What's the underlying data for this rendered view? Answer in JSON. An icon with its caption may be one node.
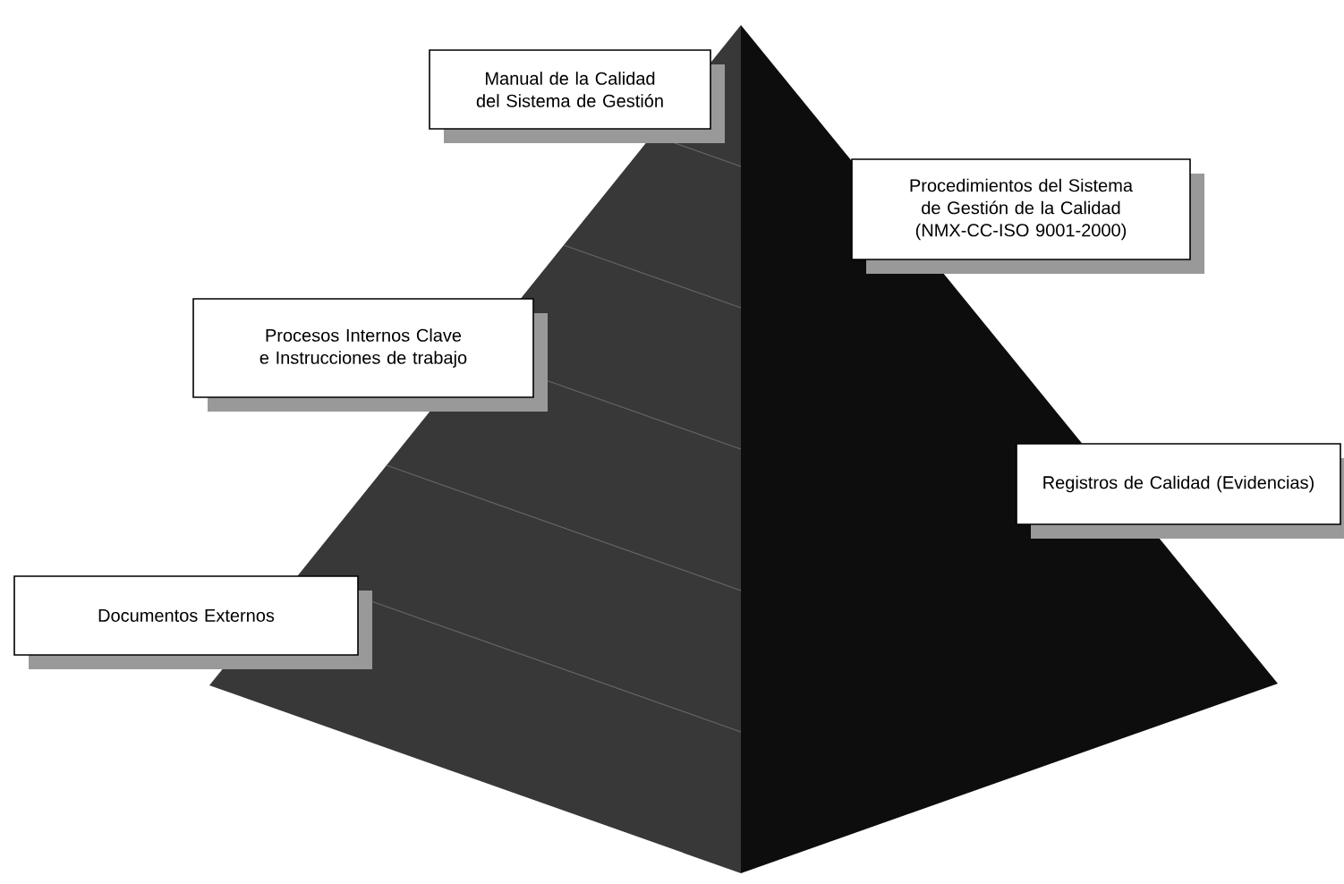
{
  "diagram": {
    "nodes": [
      {
        "text": [
          "Manual de la Calidad del Sistema de Gestión"
        ]
      },
      {
        "text": [
          "Procedimientos del Sistema de Gestión de la Calidad (NMX-CC-ISO 9001-2000)"
        ]
      },
      {
        "text": [
          "Procesos Internos Clave e Instrucciones de trabajo"
        ]
      },
      {
        "text": [
          "Registros de Calidad (Evidencias)"
        ]
      },
      {
        "text": [
          "Documentos Externos"
        ]
      }
    ]
  }
}
